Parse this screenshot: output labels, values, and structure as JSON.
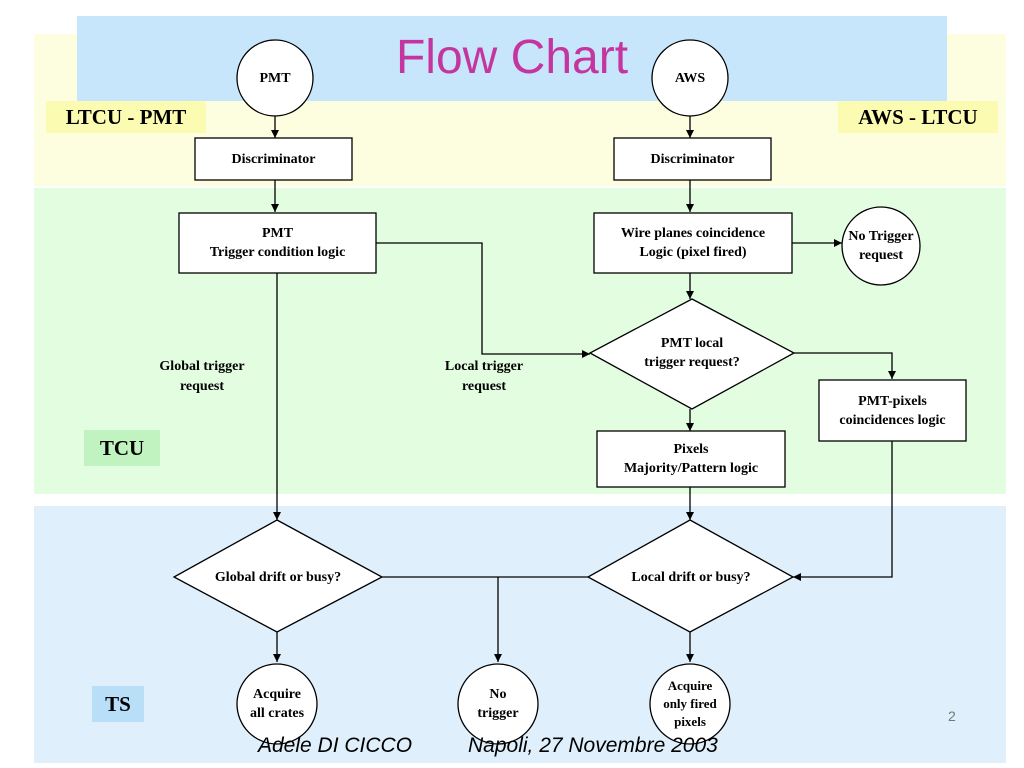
{
  "title": "Flow Chart",
  "footer": {
    "author": "Adele DI CICCO",
    "event": "Napoli, 27 Novembre 2003"
  },
  "slide_number": "2",
  "regions": {
    "ltcu_pmt": "LTCU - PMT",
    "aws_ltcu": "AWS - LTCU",
    "tcu": "TCU",
    "ts": "TS"
  },
  "colors": {
    "title": "#c535a0",
    "title_band": "#c7e6fb",
    "ltcu_band": "#fdfddf",
    "tcu_band": "#e2fde0",
    "ts_band": "#dff0fc",
    "ltcu_label_bg": "#fbfbb2",
    "tcu_label_bg": "#c0f3c0",
    "ts_label_bg": "#b9def8"
  },
  "nodes": {
    "pmt": "PMT",
    "aws": "AWS",
    "disc_left": "Discriminator",
    "disc_right": "Discriminator",
    "pmt_logic": "PMT\nTrigger condition logic",
    "wire_logic": "Wire planes coincidence\nLogic (pixel fired)",
    "no_trigger_request": "No Trigger\nrequest",
    "pmt_local_request": "PMT local\ntrigger request?",
    "pmt_pixels_logic": "PMT-pixels\ncoincidences logic",
    "pixels_logic": "Pixels\nMajority/Pattern logic",
    "global_drift": "Global drift or busy?",
    "local_drift": "Local drift or busy?",
    "acquire_all": "Acquire\nall crates",
    "no_trigger": "No\ntrigger",
    "acquire_fired": "Acquire\nonly fired\npixels"
  },
  "edge_labels": {
    "global_trigger": "Global trigger\nrequest",
    "local_trigger": "Local trigger\nrequest"
  }
}
